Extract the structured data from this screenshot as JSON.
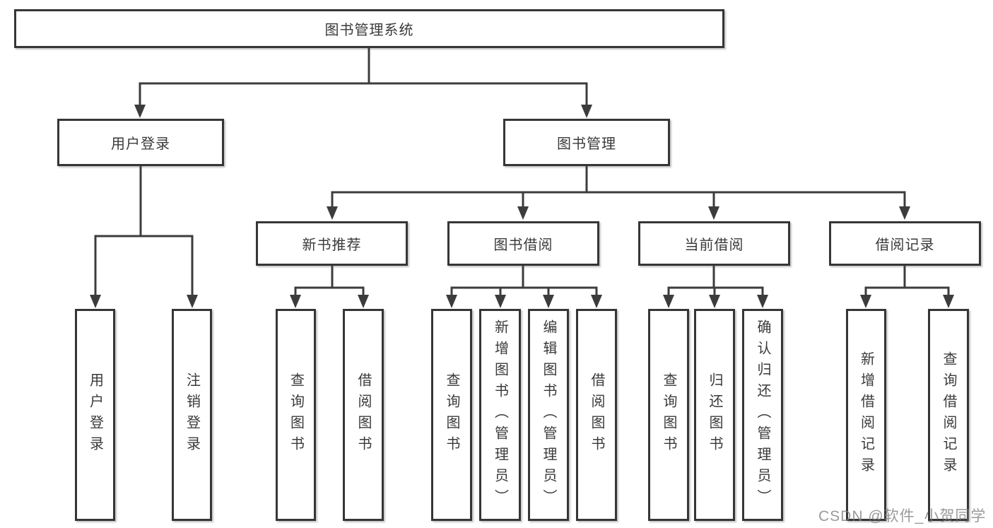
{
  "tree": {
    "root": {
      "label": "图书管理系统",
      "children": [
        {
          "label": "用户登录",
          "children": [
            {
              "label": "用户登录"
            },
            {
              "label": "注销登录"
            }
          ]
        },
        {
          "label": "图书管理",
          "children": [
            {
              "label": "新书推荐",
              "children": [
                {
                  "label": "查询图书"
                },
                {
                  "label": "借阅图书"
                }
              ]
            },
            {
              "label": "图书借阅",
              "children": [
                {
                  "label": "查询图书"
                },
                {
                  "label": "新增图书（管理员）"
                },
                {
                  "label": "编辑图书（管理员）"
                },
                {
                  "label": "借阅图书"
                }
              ]
            },
            {
              "label": "当前借阅",
              "children": [
                {
                  "label": "查询图书"
                },
                {
                  "label": "归还图书"
                },
                {
                  "label": "确认归还（管理员）"
                }
              ]
            },
            {
              "label": "借阅记录",
              "children": [
                {
                  "label": "新增借阅记录"
                },
                {
                  "label": "查询借阅记录"
                }
              ]
            }
          ]
        }
      ]
    }
  },
  "watermark": "CSDN @软件_小贺同学",
  "colors": {
    "line": "#3c3c3c",
    "box_border": "#363636",
    "text": "#3a3a3a",
    "watermark": "#7d7d7d",
    "background": "#ffffff"
  }
}
